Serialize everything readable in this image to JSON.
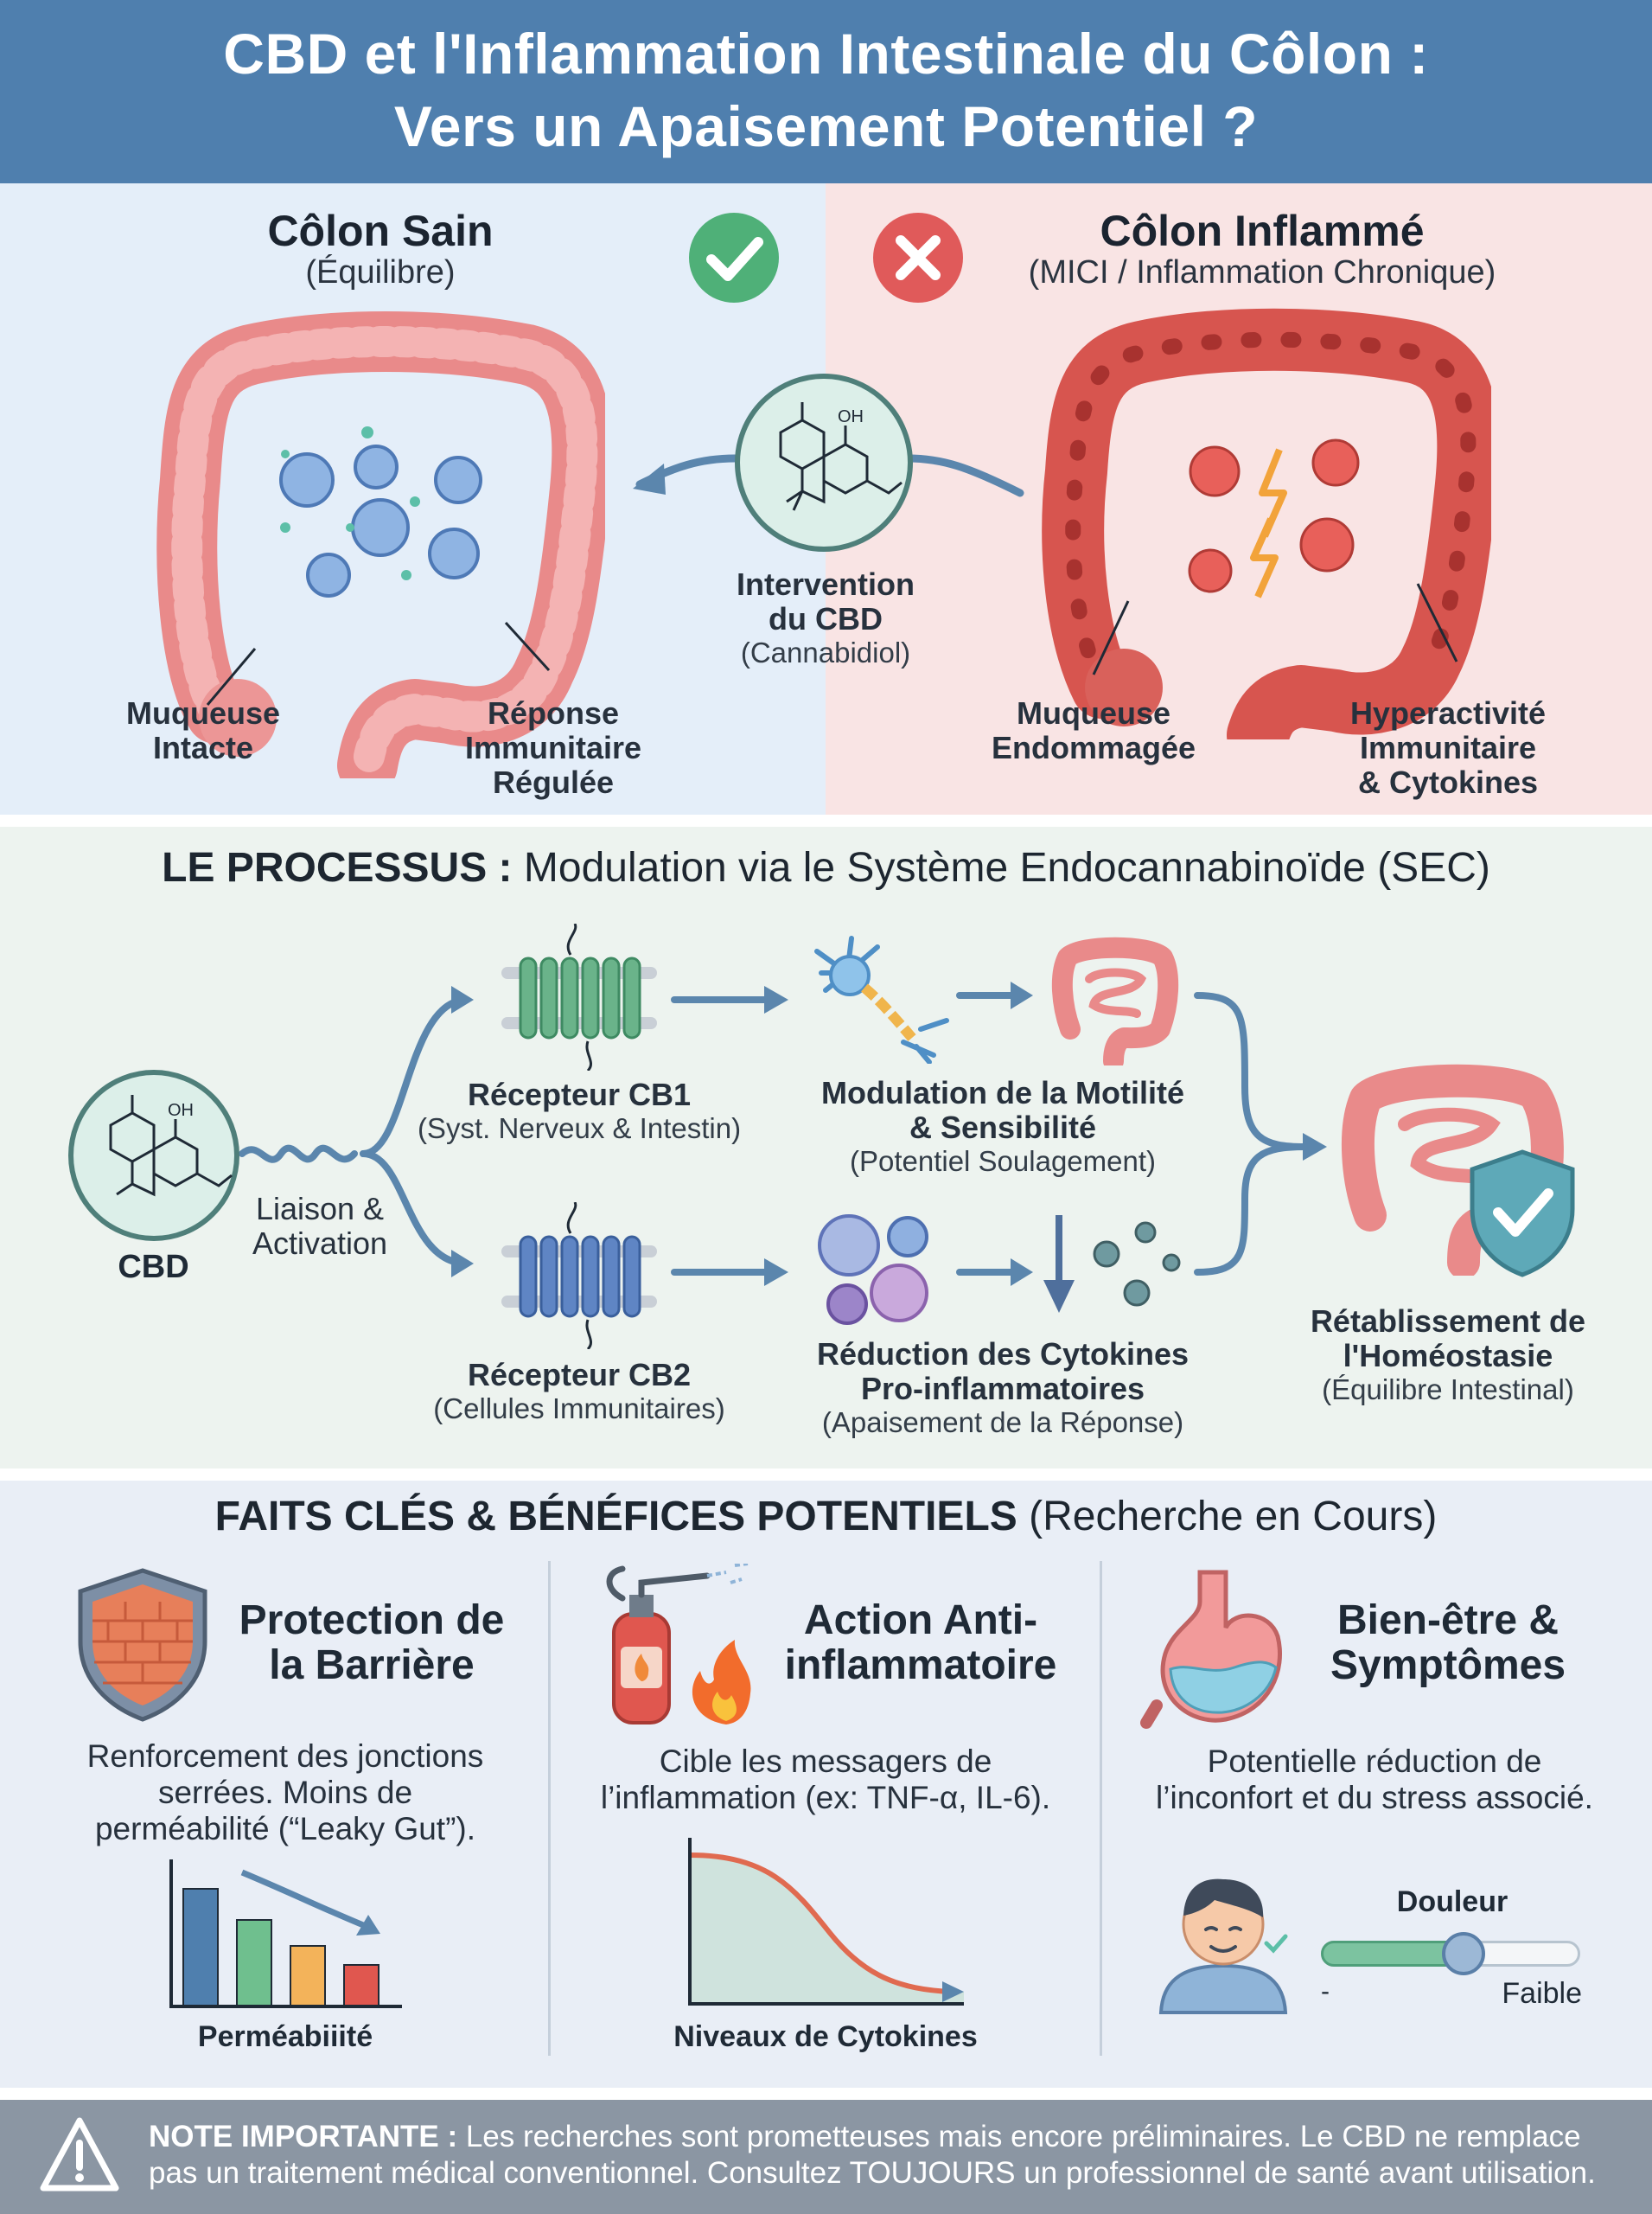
{
  "header": {
    "title_line1": "CBD et l'Inflammation Intestinale du Côlon :",
    "title_line2": "Vers un Apaisement Potentiel ?"
  },
  "comparison": {
    "healthy": {
      "title": "Côlon Sain",
      "subtitle": "(Équilibre)",
      "label_left_1": "Muqueuse",
      "label_left_2": "Intacte",
      "label_right_1": "Réponse",
      "label_right_2": "Immunitaire",
      "label_right_3": "Régulée"
    },
    "inflamed": {
      "title": "Côlon Inflammé",
      "subtitle": "(MICI / Inflammation Chronique)",
      "label_left_1": "Muqueuse",
      "label_left_2": "Endommagée",
      "label_right_1": "Hyperactivité",
      "label_right_2": "Immunitaire",
      "label_right_3": "& Cytokines"
    },
    "intervention": {
      "line1": "Intervention",
      "line2": "du CBD",
      "line3": "(Cannabidiol)",
      "oh_label": "OH"
    }
  },
  "process": {
    "heading_bold": "LE PROCESSUS :",
    "heading_rest": " Modulation via le Système Endocannabinoïde (SEC)",
    "cbd_label": "CBD",
    "oh_label": "OH",
    "binding_1": "Liaison &",
    "binding_2": "Activation",
    "cb1_title": "Récepteur CB1",
    "cb1_sub": "(Syst. Nerveux & Intestin)",
    "cb2_title": "Récepteur CB2",
    "cb2_sub": "(Cellules Immunitaires)",
    "motility_1": "Modulation de la Motilité",
    "motility_2": "& Sensibilité",
    "motility_3": "(Potentiel Soulagement)",
    "cytokine_1": "Réduction des Cytokines",
    "cytokine_2": "Pro-inflammatoires",
    "cytokine_3": "(Apaisement de la Réponse)",
    "result_1": "Rétablissement de",
    "result_2": "l'Homéostasie",
    "result_3": "(Équilibre Intestinal)"
  },
  "facts": {
    "heading_bold": "FAITS CLÉS & BÉNÉFICES POTENTIELS",
    "heading_rest": " (Recherche en Cours)",
    "barrier": {
      "title_1": "Protection de",
      "title_2": "la Barrière",
      "text_1": "Renforcement des jonctions",
      "text_2": "serrées. Moins de",
      "text_3": "perméabilité (“Leaky Gut”).",
      "chart_label": "Perméabiiité"
    },
    "anti": {
      "title_1": "Action Anti-",
      "title_2": "inflammatoire",
      "text_1": "Cible les messagers de",
      "text_2": "l’inflammation (ex: TNF-α, IL-6).",
      "chart_label": "Niveaux de Cytokines"
    },
    "wellbeing": {
      "title_1": "Bien-être &",
      "title_2": "Symptômes",
      "text_1": "Potentielle réduction de",
      "text_2": "l’inconfort et du stress associé.",
      "slider_label": "Douleur",
      "slider_min": "-",
      "slider_max": "Faible",
      "slider_level": 0.55
    }
  },
  "note": {
    "bold": "NOTE IMPORTANTE :",
    "line1_rest": " Les recherches sont prometteuses mais encore préliminaires. Le CBD ne remplace",
    "line2": "pas un traitement médical conventionnel. Consultez TOUJOURS un professionnel de santé avant utilisation."
  },
  "colors": {
    "header": "#4f7fae",
    "healthy_bg": "#e4eef9",
    "inflamed_bg": "#f9e4e4",
    "process_bg": "#edf3ef",
    "facts_bg": "#e9eef6",
    "note_bg": "#8b96a3",
    "check_green": "#4fb078",
    "cross_red": "#e05a5a",
    "arrow_blue": "#5b86ad"
  }
}
